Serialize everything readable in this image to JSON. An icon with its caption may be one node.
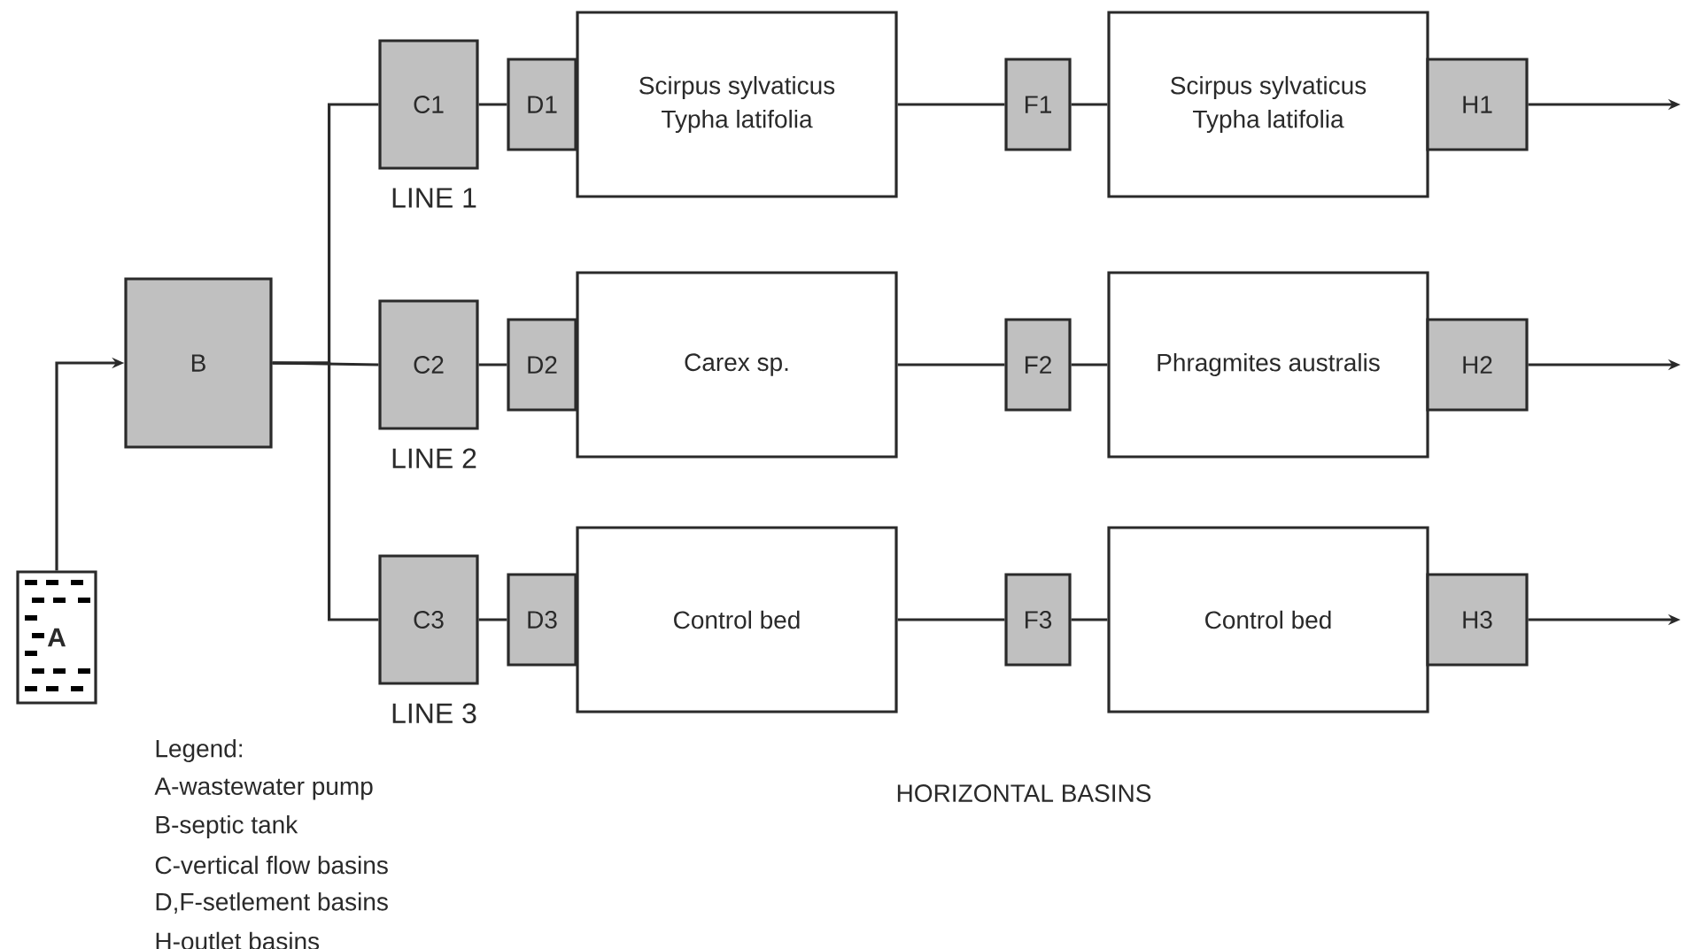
{
  "diagram": {
    "nodes": [
      {
        "text": [
          "A"
        ]
      },
      {
        "text": [
          "B"
        ]
      },
      {
        "text": [
          "C1"
        ],
        "beside": [
          "LINE 1"
        ]
      },
      {
        "text": [
          "D1"
        ]
      },
      {
        "text": [
          "Scirpus sylvaticus",
          "Typha latifolia"
        ]
      },
      {
        "text": [
          "F1"
        ]
      },
      {
        "text": [
          "Scirpus sylvaticus",
          "Typha latifolia"
        ]
      },
      {
        "text": [
          "H1"
        ]
      },
      {
        "text": [
          "C2"
        ],
        "beside": [
          "LINE 2"
        ]
      },
      {
        "text": [
          "D2"
        ]
      },
      {
        "text": [
          "Carex sp."
        ]
      },
      {
        "text": [
          "F2"
        ]
      },
      {
        "text": [
          "Phragmites australis"
        ]
      },
      {
        "text": [
          "H2"
        ]
      },
      {
        "text": [
          "C3"
        ],
        "beside": [
          "LINE 3"
        ]
      },
      {
        "text": [
          "D3"
        ]
      },
      {
        "text": [
          "Control bed"
        ]
      },
      {
        "text": [
          "F3"
        ]
      },
      {
        "text": [
          "Control bed"
        ]
      },
      {
        "text": [
          "H3"
        ]
      }
    ],
    "edges": [
      {
        "from": 0,
        "to": 1,
        "arrow": "to"
      },
      {
        "from": 1,
        "to": 2,
        "arrow": "none"
      },
      {
        "from": 1,
        "to": 8,
        "arrow": "none"
      },
      {
        "from": 1,
        "to": 14,
        "arrow": "none"
      },
      {
        "from": 2,
        "to": 3,
        "arrow": "none"
      },
      {
        "from": 4,
        "to": 5,
        "arrow": "none"
      },
      {
        "from": 5,
        "to": 6,
        "arrow": "none"
      },
      {
        "from": 7,
        "to": null,
        "arrow": "to"
      },
      {
        "from": 8,
        "to": 9,
        "arrow": "none"
      },
      {
        "from": 10,
        "to": 11,
        "arrow": "none"
      },
      {
        "from": 11,
        "to": 12,
        "arrow": "none"
      },
      {
        "from": 13,
        "to": null,
        "arrow": "to"
      },
      {
        "from": 14,
        "to": 15,
        "arrow": "none"
      },
      {
        "from": 16,
        "to": 17,
        "arrow": "none"
      },
      {
        "from": 17,
        "to": 18,
        "arrow": "none"
      },
      {
        "from": 19,
        "to": null,
        "arrow": "to"
      }
    ],
    "labels": [
      "Legend:",
      "A-wastewater pump",
      "B-septic tank",
      "C-vertical flow basins",
      "D,F-setlement basins",
      "H-outlet basins",
      "HORIZONTAL BASINS"
    ]
  }
}
